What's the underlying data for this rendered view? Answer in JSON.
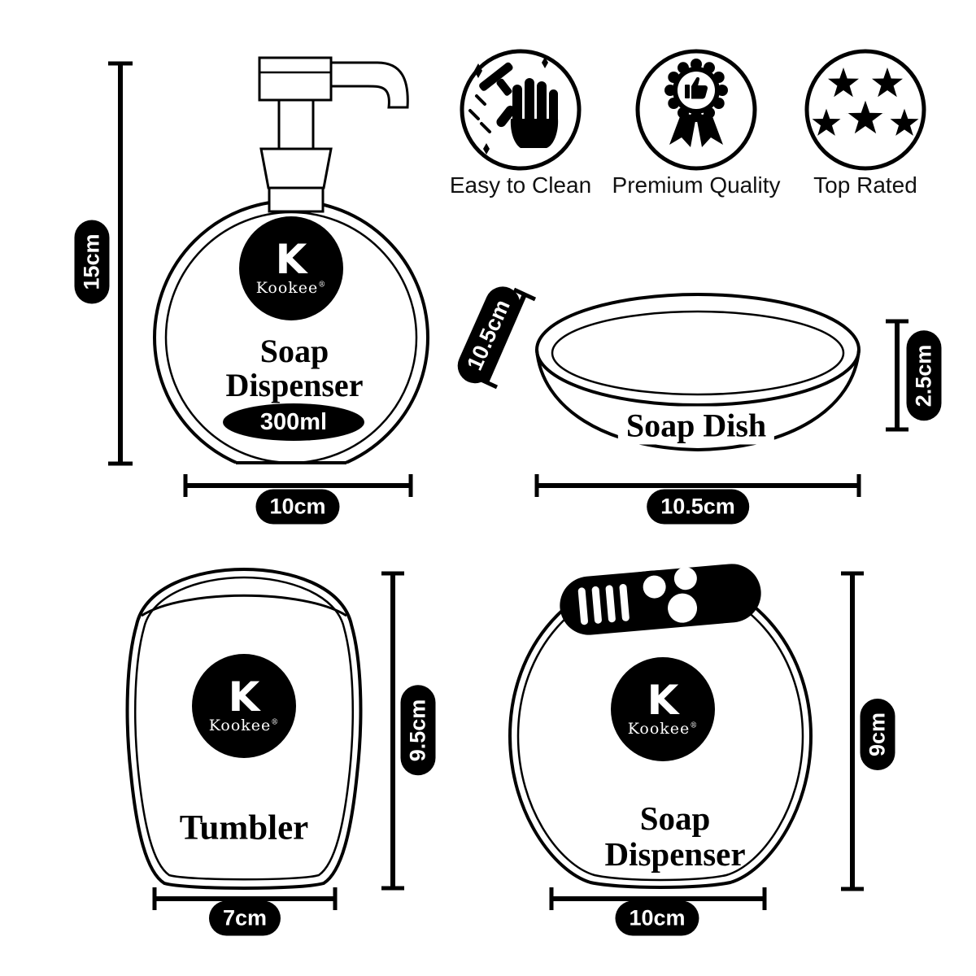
{
  "brand": {
    "mark": "K",
    "name": "Kookee",
    "reg": "®"
  },
  "badges": [
    {
      "icon": "easy-to-clean-icon",
      "label": "Easy to Clean"
    },
    {
      "icon": "premium-quality-icon",
      "label": "Premium Quality"
    },
    {
      "icon": "top-rated-icon",
      "label": "Top Rated"
    }
  ],
  "products": {
    "dispenser_top": {
      "name_lines": [
        "Soap",
        "Dispenser"
      ],
      "capacity": "300ml",
      "dims": {
        "height": "15cm",
        "width": "10cm"
      }
    },
    "soap_dish": {
      "name": "Soap Dish",
      "dims": {
        "diameter": "10.5cm",
        "height": "2.5cm",
        "width": "10.5cm"
      }
    },
    "tumbler": {
      "name": "Tumbler",
      "dims": {
        "height": "9.5cm",
        "width": "7cm"
      }
    },
    "dispenser_bottom": {
      "name_lines": [
        "Soap",
        "Dispenser"
      ],
      "dims": {
        "height": "9cm",
        "width": "10cm"
      }
    }
  },
  "colors": {
    "ink": "#000000",
    "bg": "#ffffff"
  }
}
